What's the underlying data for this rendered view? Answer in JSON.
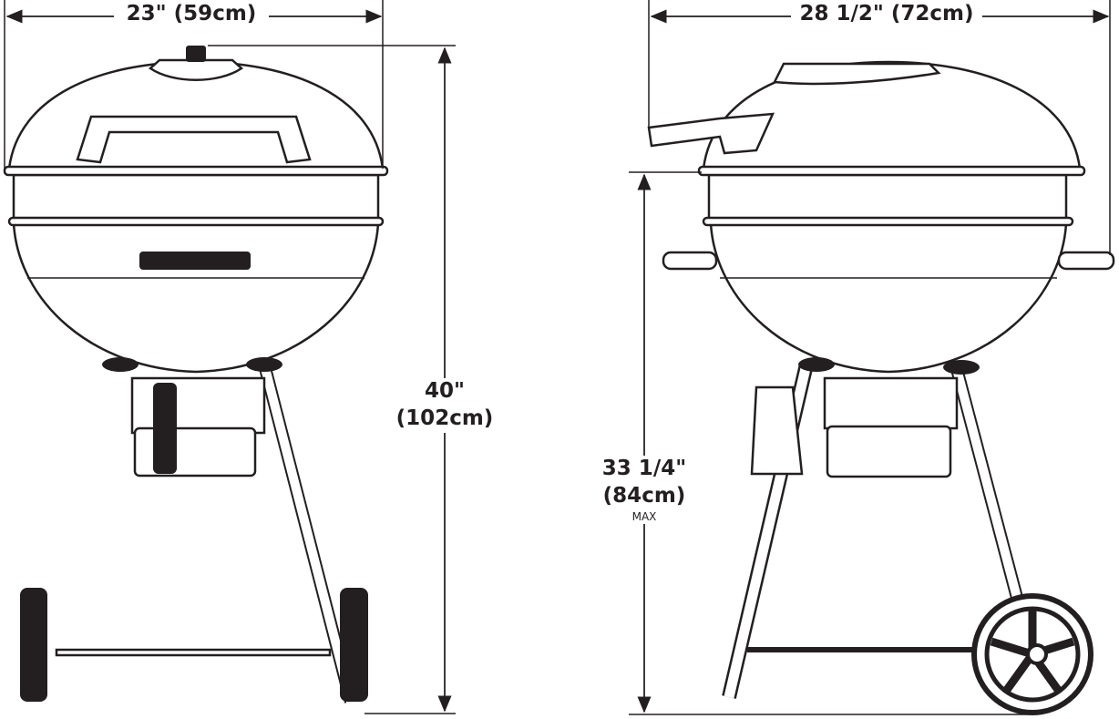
{
  "front_view": {
    "width_label": "23\" (59cm)",
    "height_label_imperial": "40\"",
    "height_label_metric": "(102cm)"
  },
  "side_view": {
    "width_label": "28 1/2\" (72cm)",
    "height_label_imperial": "33 1/4\"",
    "height_label_metric": "(84cm)",
    "height_qualifier": "MAX"
  }
}
